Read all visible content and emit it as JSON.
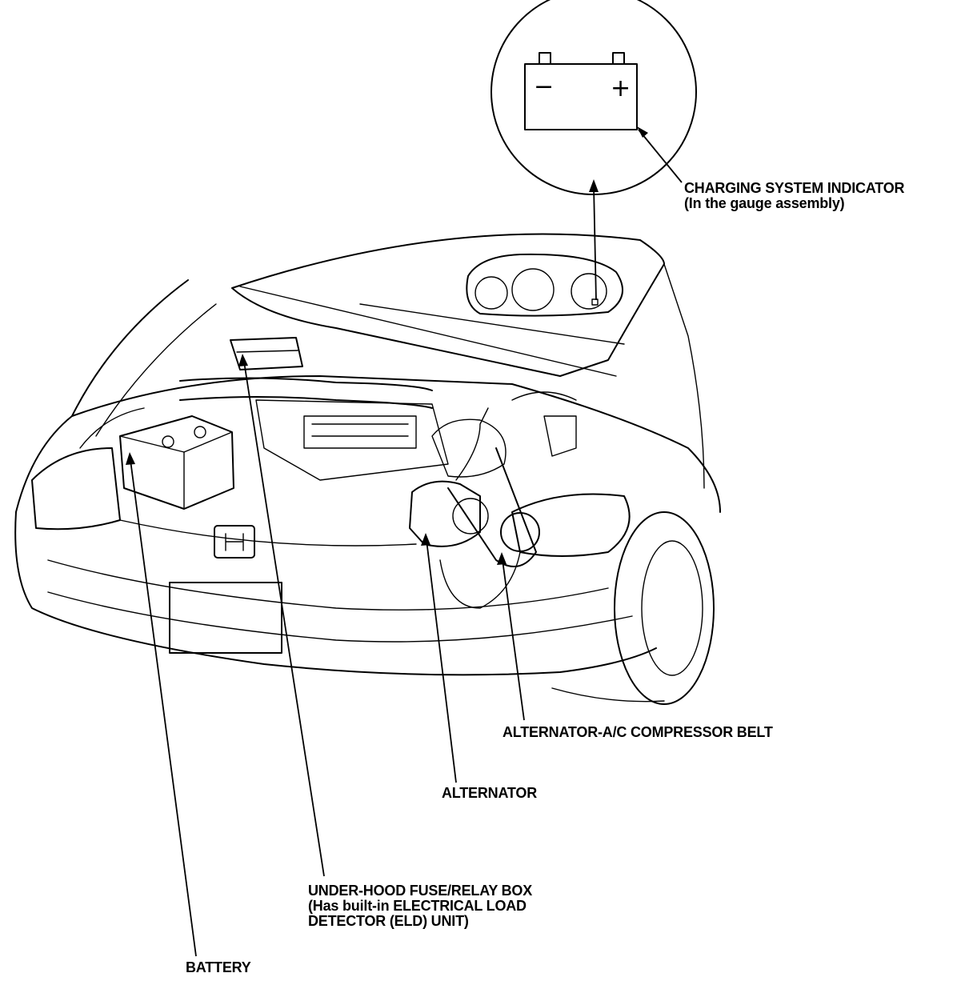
{
  "labels": {
    "charging_indicator": "CHARGING SYSTEM INDICATOR",
    "charging_indicator_note": "(In the gauge assembly)",
    "belt": "ALTERNATOR-A/C COMPRESSOR BELT",
    "alternator": "ALTERNATOR",
    "fuse_box_line1": "UNDER-HOOD FUSE/RELAY BOX",
    "fuse_box_line2": "(Has built-in ELECTRICAL LOAD",
    "fuse_box_line3": "DETECTOR (ELD) UNIT)",
    "battery": "BATTERY"
  },
  "indicator_symbols": {
    "minus": "−",
    "plus": "+"
  }
}
